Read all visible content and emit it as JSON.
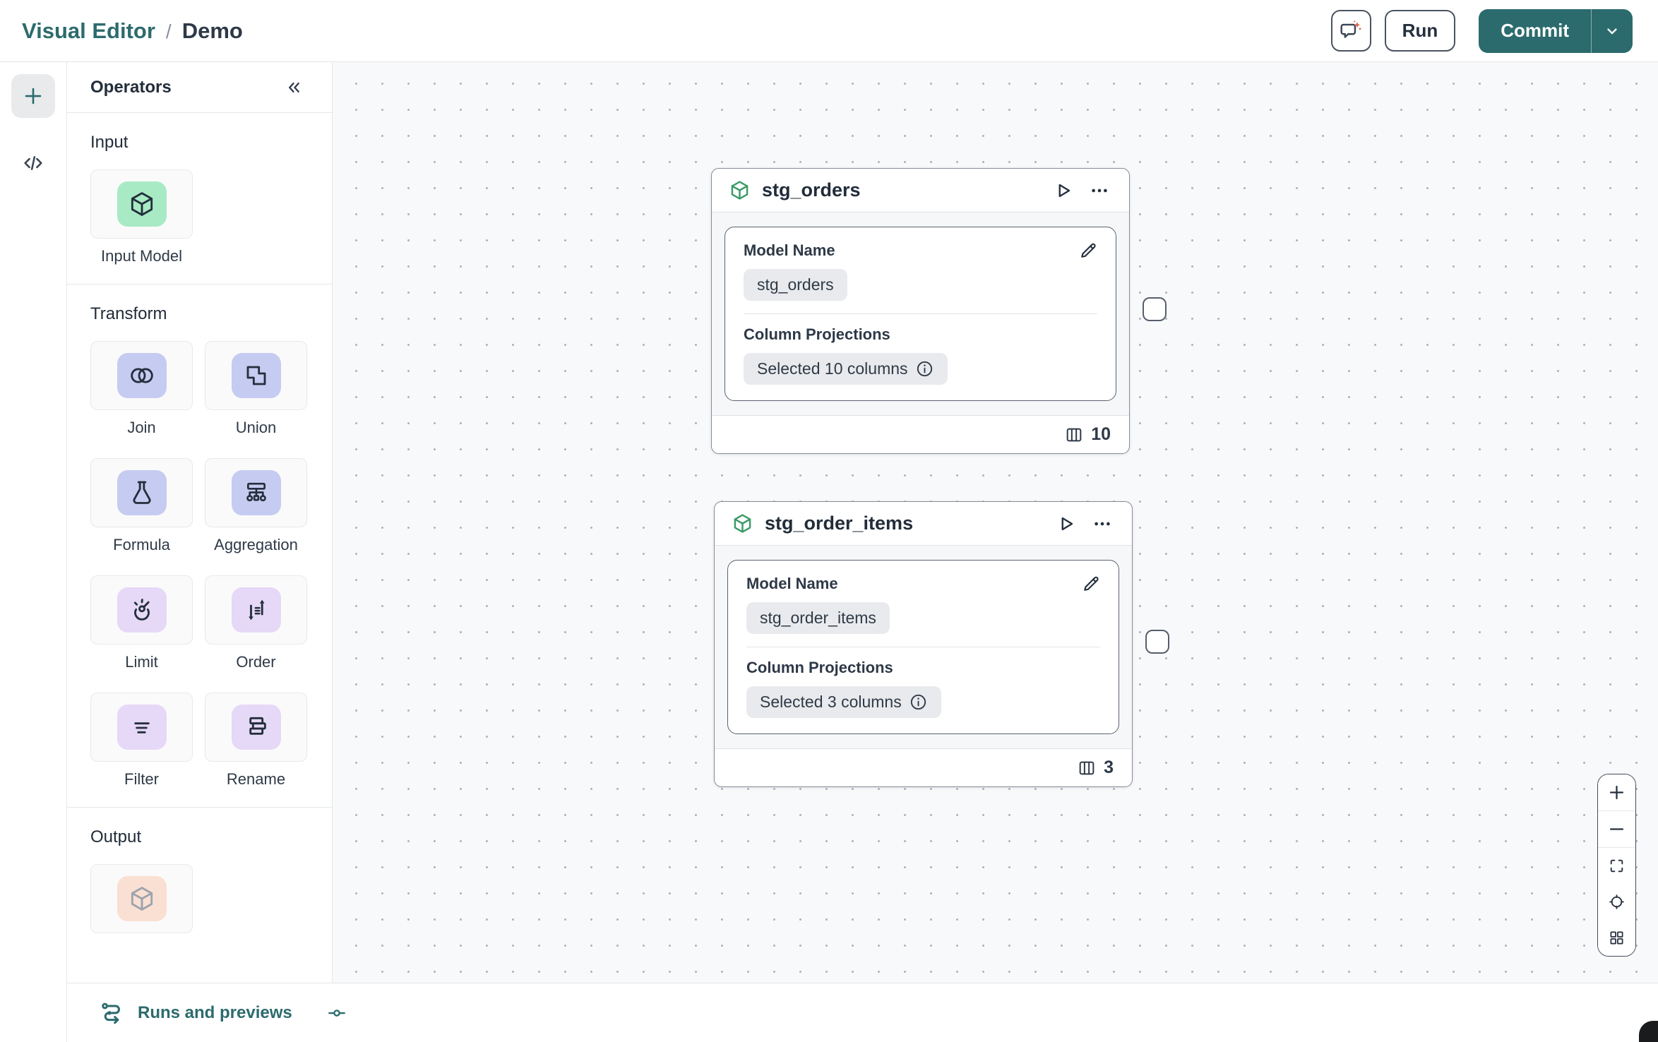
{
  "colors": {
    "teal": "#2C6B6D",
    "ink": "#2E3947",
    "canvas_bg": "#F8F9FB",
    "green_tile": "#A8EAC4",
    "indigo_tile": "#C6CBF1",
    "purple_tile": "#E6D8F7",
    "peach_tile": "#FADFD3",
    "sparkle_orange": "#DE5F3F"
  },
  "header": {
    "breadcrumb": {
      "app": "Visual Editor",
      "separator": "/",
      "page": "Demo"
    },
    "ai_icon": "chat-sparkles",
    "run_label": "Run",
    "commit_label": "Commit",
    "commit_caret_icon": "chevron-down"
  },
  "left_rail": {
    "add_icon": "plus",
    "code_icon": "code-brackets"
  },
  "operators": {
    "title": "Operators",
    "collapse_icon": "chevrons-left",
    "input_section": {
      "label": "Input",
      "items": [
        {
          "label": "Input Model",
          "icon": "cube"
        }
      ]
    },
    "transform_section": {
      "label": "Transform",
      "items": [
        {
          "label": "Join",
          "icon": "venn-circles"
        },
        {
          "label": "Union",
          "icon": "merged-squares"
        },
        {
          "label": "Formula",
          "icon": "flask"
        },
        {
          "label": "Aggregation",
          "icon": "org-tree"
        },
        {
          "label": "Limit",
          "icon": "gauge"
        },
        {
          "label": "Order",
          "icon": "sort-arrows"
        },
        {
          "label": "Filter",
          "icon": "filter-lines"
        },
        {
          "label": "Rename",
          "icon": "stacked-bars"
        }
      ]
    },
    "output_section": {
      "label": "Output",
      "items": [
        {
          "label": "",
          "icon": "cube"
        }
      ]
    }
  },
  "canvas": {
    "nodes": [
      {
        "icon": "model-cube",
        "title": "stg_orders",
        "model_name_label": "Model Name",
        "model_name_value": "stg_orders",
        "projections_label": "Column Projections",
        "projections_value": "Selected 10 columns",
        "info_icon": "info-circle",
        "column_count": "10"
      },
      {
        "icon": "model-cube",
        "title": "stg_order_items",
        "model_name_label": "Model Name",
        "model_name_value": "stg_order_items",
        "projections_label": "Column Projections",
        "projections_value": "Selected 3 columns",
        "info_icon": "info-circle",
        "column_count": "3"
      }
    ]
  },
  "zoom_toolbar": {
    "icons": [
      "zoom-in",
      "zoom-out",
      "fit-view",
      "locate",
      "grid"
    ]
  },
  "footer": {
    "runs_label": "Runs and previews",
    "commit_node_icon": "git-commit"
  }
}
